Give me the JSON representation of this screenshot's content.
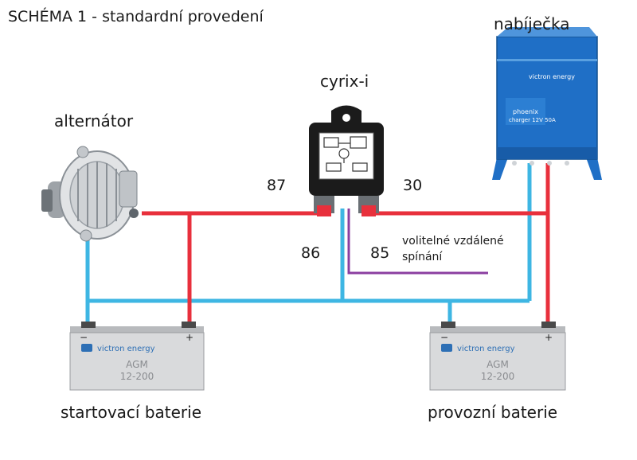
{
  "title": "SCHÉMA 1 - standardní provedení",
  "labels": {
    "alternator": "alternátor",
    "cyrix": "cyrix-i",
    "charger": "nabíječka",
    "start_battery": "startovací baterie",
    "service_battery": "provozní baterie"
  },
  "terminals": {
    "t87": "87",
    "t30": "30",
    "t86": "86",
    "t85": "85"
  },
  "remote": {
    "line1": "volitelné vzdálené",
    "line2": "spínání"
  },
  "charger_panel": {
    "brand": "victron energy",
    "model": "phoenix",
    "spec": "charger 12V 50A"
  },
  "batteries": {
    "brand": "victron energy",
    "type": "AGM",
    "rating": "12-200",
    "minus": "−",
    "plus": "+"
  },
  "colors": {
    "positive": "#e8303c",
    "negative": "#3eb6e3",
    "remote": "#8b3fa0",
    "charger_blue": "#1f6fc6",
    "battery_gray": "#d9dadc"
  }
}
